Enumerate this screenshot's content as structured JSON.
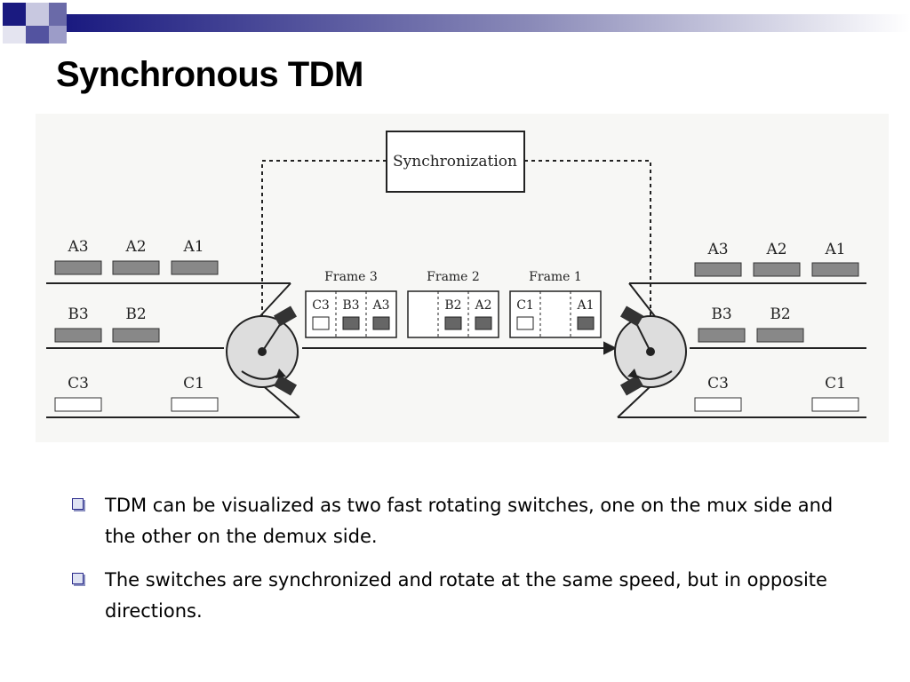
{
  "title": "Synchronous TDM",
  "diagram": {
    "sync_box": "Synchronization",
    "mux_inputs": {
      "a": [
        "A3",
        "A2",
        "A1"
      ],
      "b": [
        "B3",
        "B2"
      ],
      "c": [
        "C3",
        "C1"
      ]
    },
    "frames": [
      {
        "label": "Frame 3",
        "slots": [
          "C3",
          "B3",
          "A3"
        ]
      },
      {
        "label": "Frame 2",
        "slots": [
          "",
          "B2",
          "A2"
        ]
      },
      {
        "label": "Frame 1",
        "slots": [
          "C1",
          "",
          "A1"
        ]
      }
    ],
    "demux_outputs": {
      "a": [
        "A3",
        "A2",
        "A1"
      ],
      "b": [
        "B3",
        "B2"
      ],
      "c": [
        "C3",
        "C1"
      ]
    }
  },
  "bullets": [
    "TDM can be visualized as two fast rotating switches, one on the mux side and the other on the demux side.",
    "The switches are synchronized and rotate at the same speed, but in opposite directions."
  ],
  "colors": {
    "bar_dark": "#1a1a80",
    "bar_fade": "#ffffff",
    "bullet_border": "#2c2c8c"
  }
}
